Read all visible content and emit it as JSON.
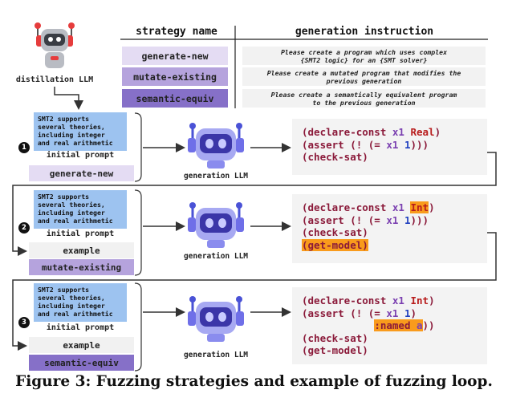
{
  "header": {
    "col1": "strategy name",
    "col2": "generation instruction"
  },
  "distill_label": "distillation LLM",
  "strategies": [
    {
      "name": "generate-new",
      "instr1": "Please create a program which uses complex",
      "instr2": "{SMT2 logic} for an {SMT solver}",
      "color": "#e4dcf3"
    },
    {
      "name": "mutate-existing",
      "instr1": "Please create a mutated program that modifies the",
      "instr2": "previous generation",
      "color": "#b5a3dd"
    },
    {
      "name": "semantic-equiv",
      "instr1": "Please create a semantically equivalent program",
      "instr2": "to the previous generation",
      "color": "#8670c8"
    }
  ],
  "prompt_text": [
    "SMT2 supports",
    "several theories,",
    "including integer",
    "and real arithmetic"
  ],
  "initial_prompt": "initial prompt",
  "example_label": "example",
  "steps": [
    {
      "num": "1"
    },
    {
      "num": "2"
    },
    {
      "num": "3"
    }
  ],
  "gen_label": "generation LLM",
  "code1": {
    "l1a": "(declare-const ",
    "l1b": "x1",
    "l1c": "Real",
    "l1d": ")",
    "l2a": "(assert (! (= ",
    "l2b": "x1",
    "l2c": "1",
    "l2d": ")))",
    "l3": "(check-sat)"
  },
  "code2": {
    "l1a": "(declare-const ",
    "l1b": "x1",
    "l1c": "Int",
    "l1d": ")",
    "l2a": "(assert (! (= ",
    "l2b": "x1",
    "l2c": "1",
    "l2d": ")))",
    "l3": "(check-sat)",
    "l4": "(get-model)"
  },
  "code3": {
    "l1a": "(declare-const ",
    "l1b": "x1",
    "l1c": "Int",
    "l1d": ")",
    "l2a": "(assert (! (= ",
    "l2b": "x1",
    "l2c": "1",
    "l2d": ")",
    "l3a": ":named ",
    "l3b": "a",
    "l3c": "))",
    "l4": "(check-sat)",
    "l5": "(get-model)"
  },
  "caption": "Figure 3: Fuzzing strategies and example of fuzzing loop."
}
